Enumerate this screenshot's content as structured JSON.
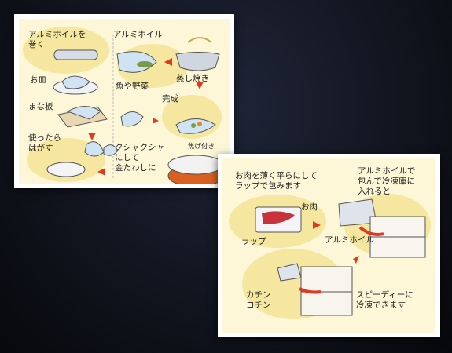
{
  "card1": {
    "wrap_foil": "アルミホイルを\n巻く",
    "plate": "お皿",
    "cutting_board": "まな板",
    "peel_after_use": "使ったら\nはがす",
    "foil_label": "アルミホイル",
    "fish_veg": "魚や野菜",
    "steam_bake": "蒸し焼き",
    "done": "完成",
    "scrub": "クシャクシャ\nにして\n金たわしに",
    "burnt": "焦げ付き"
  },
  "card2": {
    "wrap_meat": "お肉を薄く平らにして\nラップで包みます",
    "meat": "お肉",
    "wrap": "ラップ",
    "foil_label": "アルミホイル",
    "freezer": "アルミホイルで\n包んで冷凍庫に\n入れると",
    "frozen_hard": "カチン\nコチン",
    "quick_freeze": "スピーディーに\n冷凍できます"
  },
  "colors": {
    "accent_red": "#e03a1e",
    "card_bg": "#fdf7d8",
    "blob": "#f5e6a0"
  }
}
